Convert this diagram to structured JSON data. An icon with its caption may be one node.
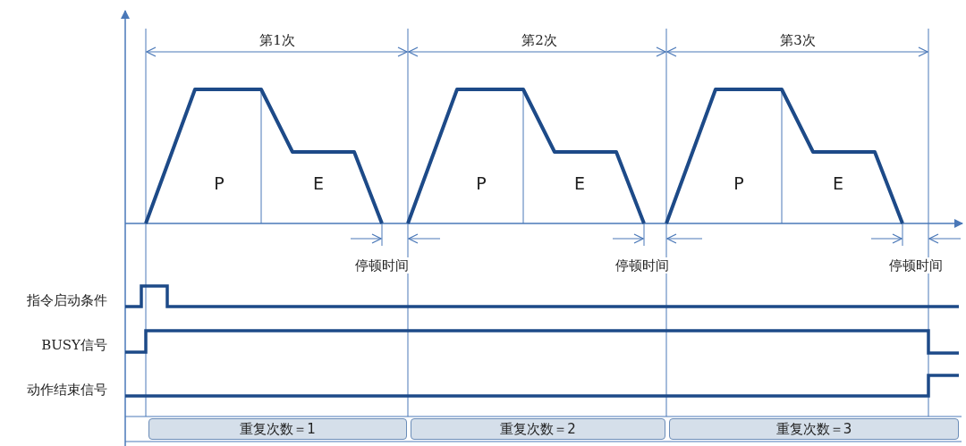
{
  "diagram": {
    "nodes": [
      {
        "text": [
          "重复次数＝1"
        ]
      },
      {
        "text": [
          "重复次数＝2"
        ]
      },
      {
        "text": [
          "重复次数＝3"
        ]
      }
    ],
    "labels": [
      "第1次",
      "第2次",
      "第3次",
      "P",
      "E",
      "P",
      "E",
      "P",
      "E",
      "停顿时间",
      "停顿时间",
      "停顿时间",
      "指令启动条件",
      "BUSY信号",
      "动作结束信号"
    ]
  }
}
